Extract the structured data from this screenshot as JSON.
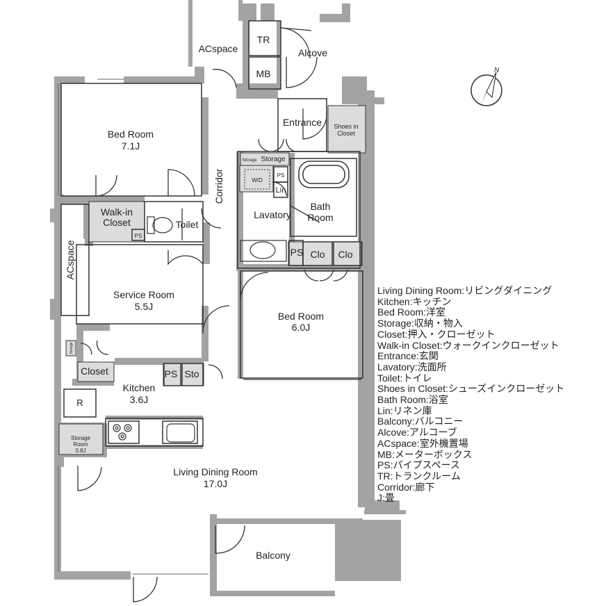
{
  "floorplan": {
    "rooms": {
      "bed_room_1": {
        "name": "Bed Room",
        "size": "7.1J"
      },
      "walk_in_closet": {
        "name_line1": "Walk-in",
        "name_line2": "Closet"
      },
      "toilet": {
        "name": "Toilet"
      },
      "acspace_left": {
        "name": "ACspace"
      },
      "acspace_top": {
        "name": "ACspace"
      },
      "tr": {
        "name": "TR"
      },
      "mb": {
        "name": "MB"
      },
      "alcove": {
        "name": "Alcove"
      },
      "entrance": {
        "name": "Entrance"
      },
      "shoes_in_closet": {
        "name_line1": "Shoes in",
        "name_line2": "Closet"
      },
      "corridor": {
        "name": "Corridor"
      },
      "storage_small": {
        "name": "Storage"
      },
      "storage": {
        "name": "Storage"
      },
      "wd": {
        "name": "W/D"
      },
      "ps_lav": {
        "name": "PS"
      },
      "lin": {
        "name": "Lin"
      },
      "lavatory": {
        "name": "Lavatory"
      },
      "bath_room": {
        "name_line1": "Bath",
        "name_line2": "Room"
      },
      "ps_mid": {
        "name": "PS"
      },
      "clo_1": {
        "name": "Clo"
      },
      "clo_2": {
        "name": "Clo"
      },
      "service_room": {
        "name": "Service Room",
        "size": "5.5J"
      },
      "bed_room_2": {
        "name": "Bed Room",
        "size": "6.0J"
      },
      "storage_side": {
        "name": "Storage"
      },
      "closet": {
        "name": "Closet"
      },
      "ps_kitchen": {
        "name": "PS"
      },
      "sto": {
        "name": "Sto"
      },
      "ps_wic": {
        "name": "PS"
      },
      "kitchen": {
        "name": "Kitchen",
        "size": "3.6J"
      },
      "refrigerator": {
        "name": "R"
      },
      "storage_room": {
        "name_line1": "Storage",
        "name_line2": "Room",
        "size": "0.8J"
      },
      "living_dining": {
        "name": "Living Dining Room",
        "size": "17.0J"
      },
      "balcony": {
        "name": "Balcony"
      }
    },
    "compass": {
      "label": "N"
    }
  },
  "legend": [
    "Living Dining Room:リビングダイニング",
    "Kitchen:キッチン",
    "Bed Room:洋室",
    "Storage:収納・物入",
    "Closet:押入・クローゼット",
    "Walk-in Closet:ウォークインクローゼット",
    "Entrance:玄関",
    "Lavatory:洗面所",
    "Toilet:トイレ",
    "Shoes in Closet:シューズインクローゼット",
    "Bath Room:浴室",
    "Lin:リネン庫",
    "Balcony:バルコニー",
    "Alcove:アルコーブ",
    "ACspace:室外機置場",
    "MB:メーターボックス",
    "PS:パイプスペース",
    "TR:トランクルーム",
    "Corridor:廊下",
    "J:畳"
  ]
}
